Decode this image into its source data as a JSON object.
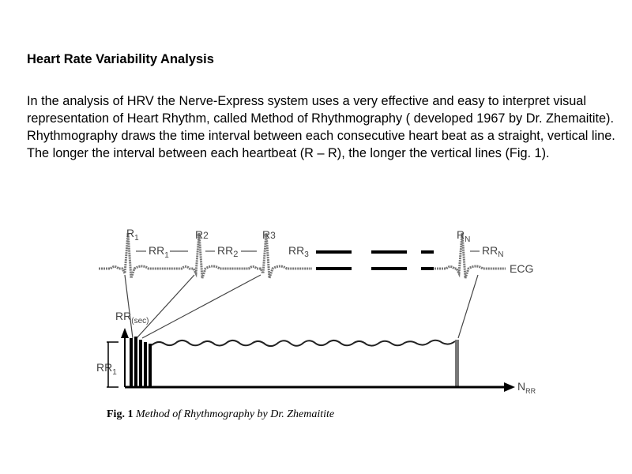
{
  "page": {
    "title": "Heart Rate Variability Analysis",
    "paragraph": "In the analysis of HRV the Nerve-Express system uses a very effective and easy to interpret visual representation of Heart Rhythm, called Method of Rhythmography ( developed 1967 by Dr. Zhemaitite). Rhythmography draws the time interval between each consecutive heart beat as a straight, vertical line. The longer the interval between each heartbeat (R – R), the longer the vertical lines (Fig. 1)."
  },
  "figure": {
    "labels": {
      "r1": "R",
      "r1_sub": "1",
      "r2": "R",
      "r2_sub": "2",
      "r3": "R",
      "r3_sub": "3",
      "rn": "R",
      "rn_sub": "N",
      "rr1": "RR",
      "rr1_sub": "1",
      "rr2": "RR",
      "rr2_sub": "2",
      "rr3": "RR",
      "rr3_sub": "3",
      "rrn": "RR",
      "rrn_sub": "N",
      "ecg": "ECG",
      "rr_sec": "RR",
      "rr_sec_sub": "(sec)",
      "rr_axis": "RR",
      "rr_axis_sub": "1",
      "nrr": "N",
      "nrr_sub": "RR"
    },
    "caption": {
      "label": "Fig. 1",
      "text": "Method of Rhythmography by Dr. Zhemaitite"
    }
  }
}
